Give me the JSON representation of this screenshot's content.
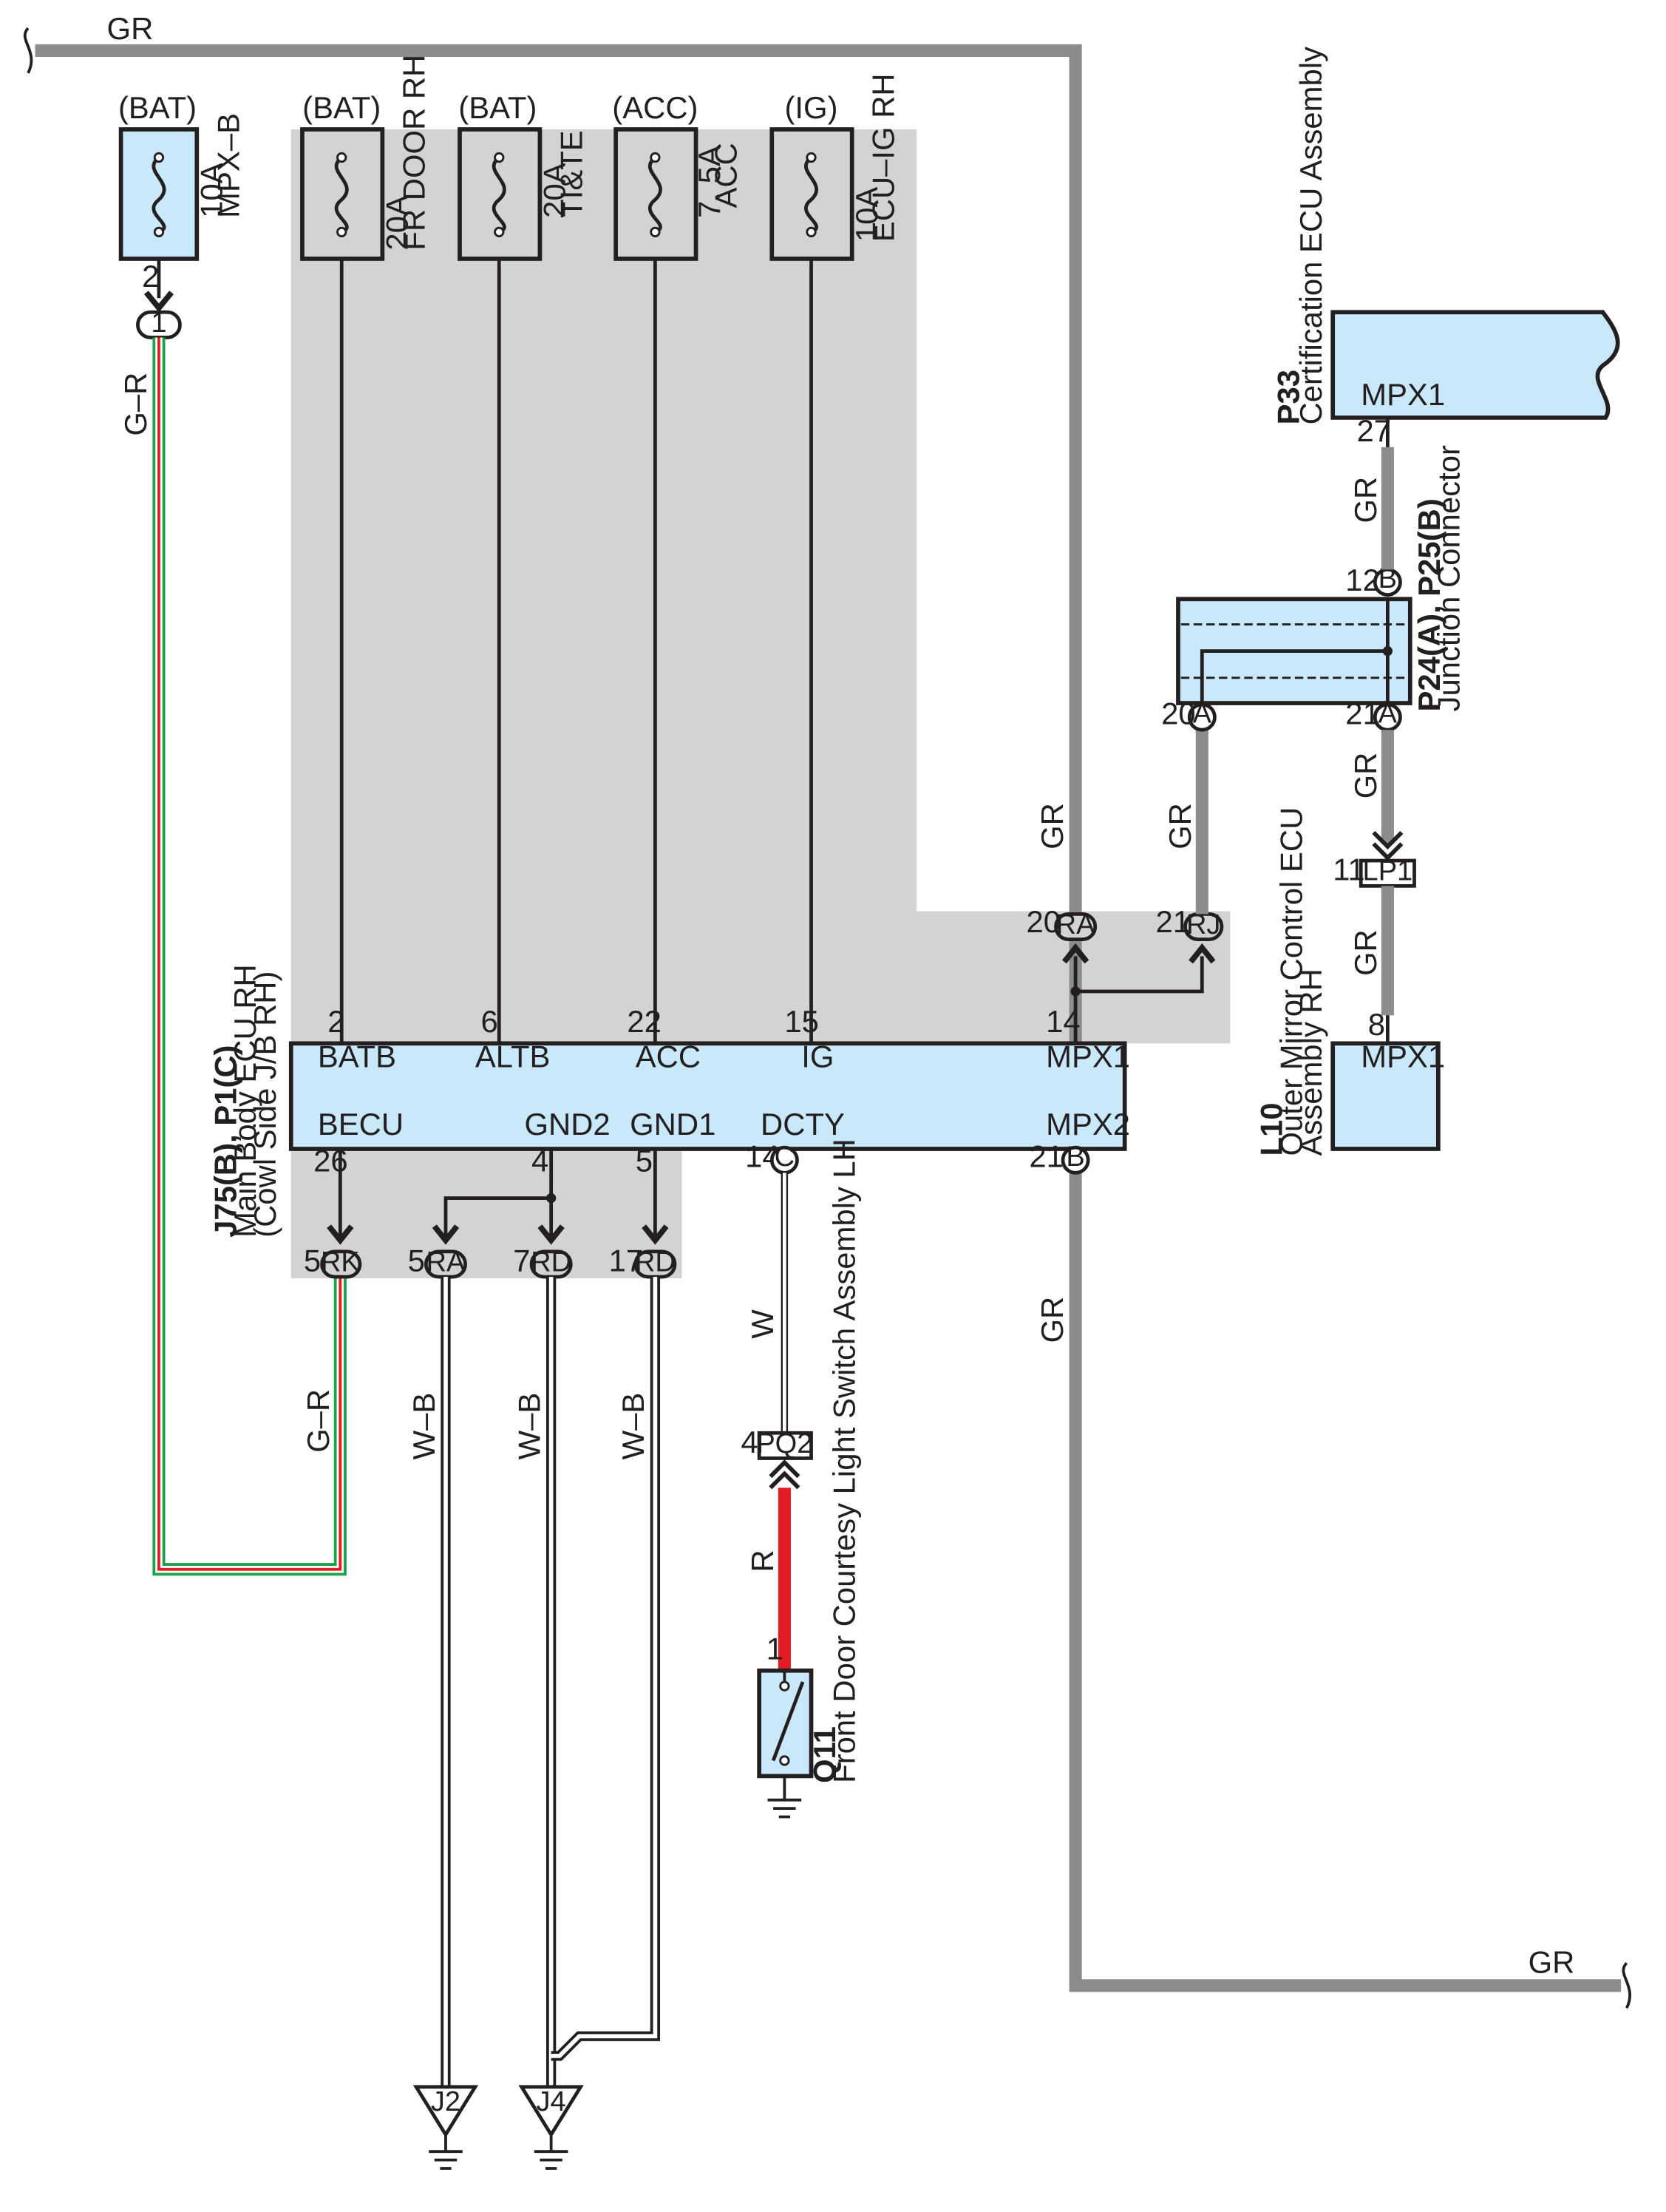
{
  "wire_colors": {
    "gr": "#8c8c8c",
    "black": "#231f20",
    "green": "#1aa34a",
    "red": "#e31b23",
    "box": "#c9e9fa",
    "jb": "#d1d3d4"
  },
  "top_wire": {
    "label": "GR"
  },
  "bottom_wire": {
    "label": "GR"
  },
  "fuses": [
    {
      "source": "(BAT)",
      "amp": "10A",
      "name": "MPX–B"
    },
    {
      "source": "(BAT)",
      "amp": "20A",
      "name": "FR DOOR RH"
    },
    {
      "source": "(BAT)",
      "amp": "20A",
      "name": "TI&TE"
    },
    {
      "source": "(ACC)",
      "amp": "7. 5A",
      "name": "ACC"
    },
    {
      "source": "(IG)",
      "amp": "10A",
      "name": "ECU–IG RH"
    }
  ],
  "fuse1": {
    "pin": "2",
    "conn": "1"
  },
  "main_ecu": {
    "code": "J75(B), P1(C)",
    "name": "Main Body ECU RH",
    "sub": "(Cowl Side J/B RH)",
    "top_terminals": [
      {
        "pin": "2",
        "label": "BATB"
      },
      {
        "pin": "6",
        "label": "ALTB"
      },
      {
        "pin": "22",
        "label": "ACC"
      },
      {
        "pin": "15",
        "label": "IG"
      },
      {
        "pin": "14",
        "label": "MPX1"
      }
    ],
    "bottom_terminals": [
      {
        "pin": "26",
        "label": "BECU"
      },
      {
        "pin": "4",
        "label": "GND2"
      },
      {
        "pin": "5",
        "label": "GND1"
      },
      {
        "pin": "14",
        "label": "DCTY",
        "conn": "C"
      },
      {
        "pin": "21",
        "label": "MPX2",
        "conn": "B"
      }
    ]
  },
  "jb_connectors": {
    "ra_top": {
      "pin": "20",
      "label": "RA"
    },
    "rj": {
      "pin": "21",
      "label": "RJ"
    },
    "rk": {
      "pin": "5",
      "label": "RK"
    },
    "ra_bottom": {
      "pin": "5",
      "label": "RA"
    },
    "rd7": {
      "pin": "7",
      "label": "RD"
    },
    "rd17": {
      "pin": "17",
      "label": "RD"
    }
  },
  "wires": {
    "gr_left": "GR",
    "gr_rj": "GR",
    "gr_p33": "GR",
    "gr_p24": "GR",
    "gr_l10": "GR",
    "gr_mpx2": "GR",
    "gr_top_fuse": "G–R",
    "gr_bottom": "G–R",
    "wb1": "W–B",
    "wb2": "W–B",
    "wb3": "W–B",
    "w": "W",
    "r": "R"
  },
  "certification_ecu": {
    "code": "P33",
    "name": "Certification ECU Assembly",
    "terminal": "MPX1",
    "pin": "27"
  },
  "junction_connector": {
    "code": "P24(A), P25(B)",
    "name": "Junction Connector",
    "pin_top": "12",
    "pin_top_conn": "B",
    "pin_left": "20",
    "pin_left_conn": "A",
    "pin_right": "21",
    "pin_right_conn": "A"
  },
  "lp1": {
    "pin": "11",
    "label": "LP1"
  },
  "outer_mirror": {
    "code": "L10",
    "name": "Outer Mirror Control ECU",
    "name2": "Assembly RH",
    "terminal": "MPX1",
    "pin": "8"
  },
  "pq2": {
    "pin": "4",
    "label": "PQ2"
  },
  "courtesy_switch": {
    "code": "Q11",
    "name": "Front Door Courtesy Light Switch Assembly LH",
    "pin": "1"
  },
  "grounds": [
    {
      "label": "J2"
    },
    {
      "label": "J4"
    }
  ]
}
